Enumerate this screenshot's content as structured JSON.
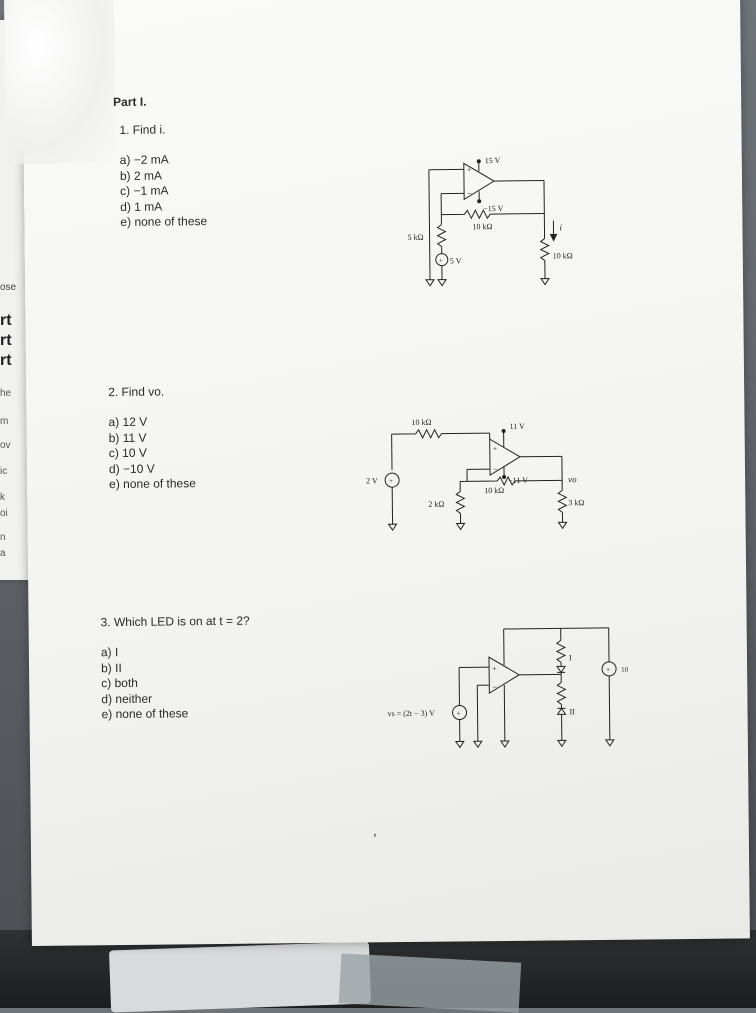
{
  "sheet": {
    "part_title": "Part I.",
    "questions": [
      {
        "label": "1. Find i.",
        "options": [
          "a) −2 mA",
          "b) 2 mA",
          "c) −1 mA",
          "d) 1 mA",
          "e) none of these"
        ],
        "circuit": {
          "supply_top": "15 V",
          "supply_bottom": "−15 V",
          "r_feedback": "10 kΩ",
          "r_input": "5 kΩ",
          "source": "5 V",
          "current": "i",
          "r_load": "10 kΩ"
        }
      },
      {
        "label": "2. Find vo.",
        "options": [
          "a) 12 V",
          "b) 11 V",
          "c) 10 V",
          "d) −10 V",
          "e) none of these"
        ],
        "circuit": {
          "r_top": "10 kΩ",
          "supply_top": "11 V",
          "supply_bottom": "−11 V",
          "source": "2 V",
          "r_feedback": "10 kΩ",
          "output": "vo",
          "r_ground": "2 kΩ",
          "r_load": "3 kΩ"
        }
      },
      {
        "label": "3. Which LED is on at t = 2?",
        "options": [
          "a) I",
          "b) II",
          "c) both",
          "d) neither",
          "e) none of these"
        ],
        "circuit": {
          "source": "vs = (2t − 3) V",
          "led_1": "I",
          "led_2": "II",
          "supply": "10 V"
        }
      }
    ]
  },
  "under_page": {
    "fragments": [
      "ose",
      "rt",
      "rt",
      "rt",
      "he",
      "m",
      "ov",
      "ic",
      "k",
      "oi",
      "n",
      "a"
    ]
  }
}
